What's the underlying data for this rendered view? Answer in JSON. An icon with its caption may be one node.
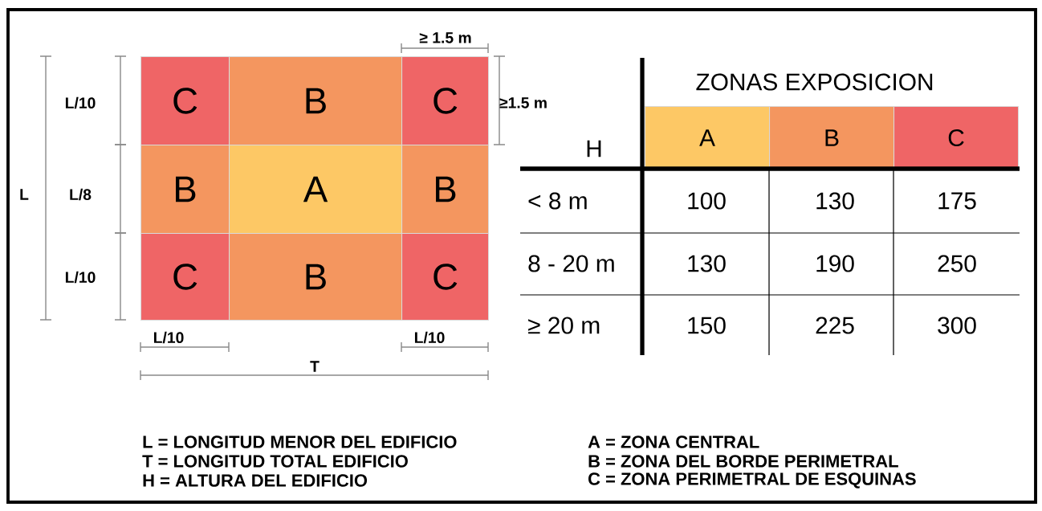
{
  "diagram": {
    "nodes": [
      {
        "text": [
          "C"
        ]
      },
      {
        "text": [
          "B"
        ]
      },
      {
        "text": [
          "C"
        ]
      },
      {
        "text": [
          "B"
        ]
      },
      {
        "text": [
          "A"
        ]
      },
      {
        "text": [
          "B"
        ]
      },
      {
        "text": [
          "C"
        ]
      },
      {
        "text": [
          "B"
        ]
      },
      {
        "text": [
          "C"
        ]
      },
      {
        "text": [
          "A"
        ]
      },
      {
        "text": [
          "B"
        ]
      },
      {
        "text": [
          "C"
        ]
      }
    ],
    "labels": [
      "≥ 1.5 m",
      "L/10",
      "≥1.5 m",
      "ZONAS EXPOSICION",
      "L",
      "L/8",
      "H",
      "< 8 m",
      "100",
      "130",
      "175",
      "L/10",
      "8 - 20 m",
      "130",
      "190",
      "250",
      "≥ 20 m",
      "150",
      "225",
      "300",
      "L/10",
      "L/10",
      "T",
      "L = LONGITUD MENOR DEL EDIFICIO",
      "A = ZONA CENTRAL",
      "T = LONGITUD TOTAL EDIFICIO",
      "B = ZONA DEL BORDE PERIMETRAL",
      "H = ALTURA DEL EDIFICIO",
      "C = ZONA PERIMETRAL DE ESQUINAS"
    ]
  }
}
